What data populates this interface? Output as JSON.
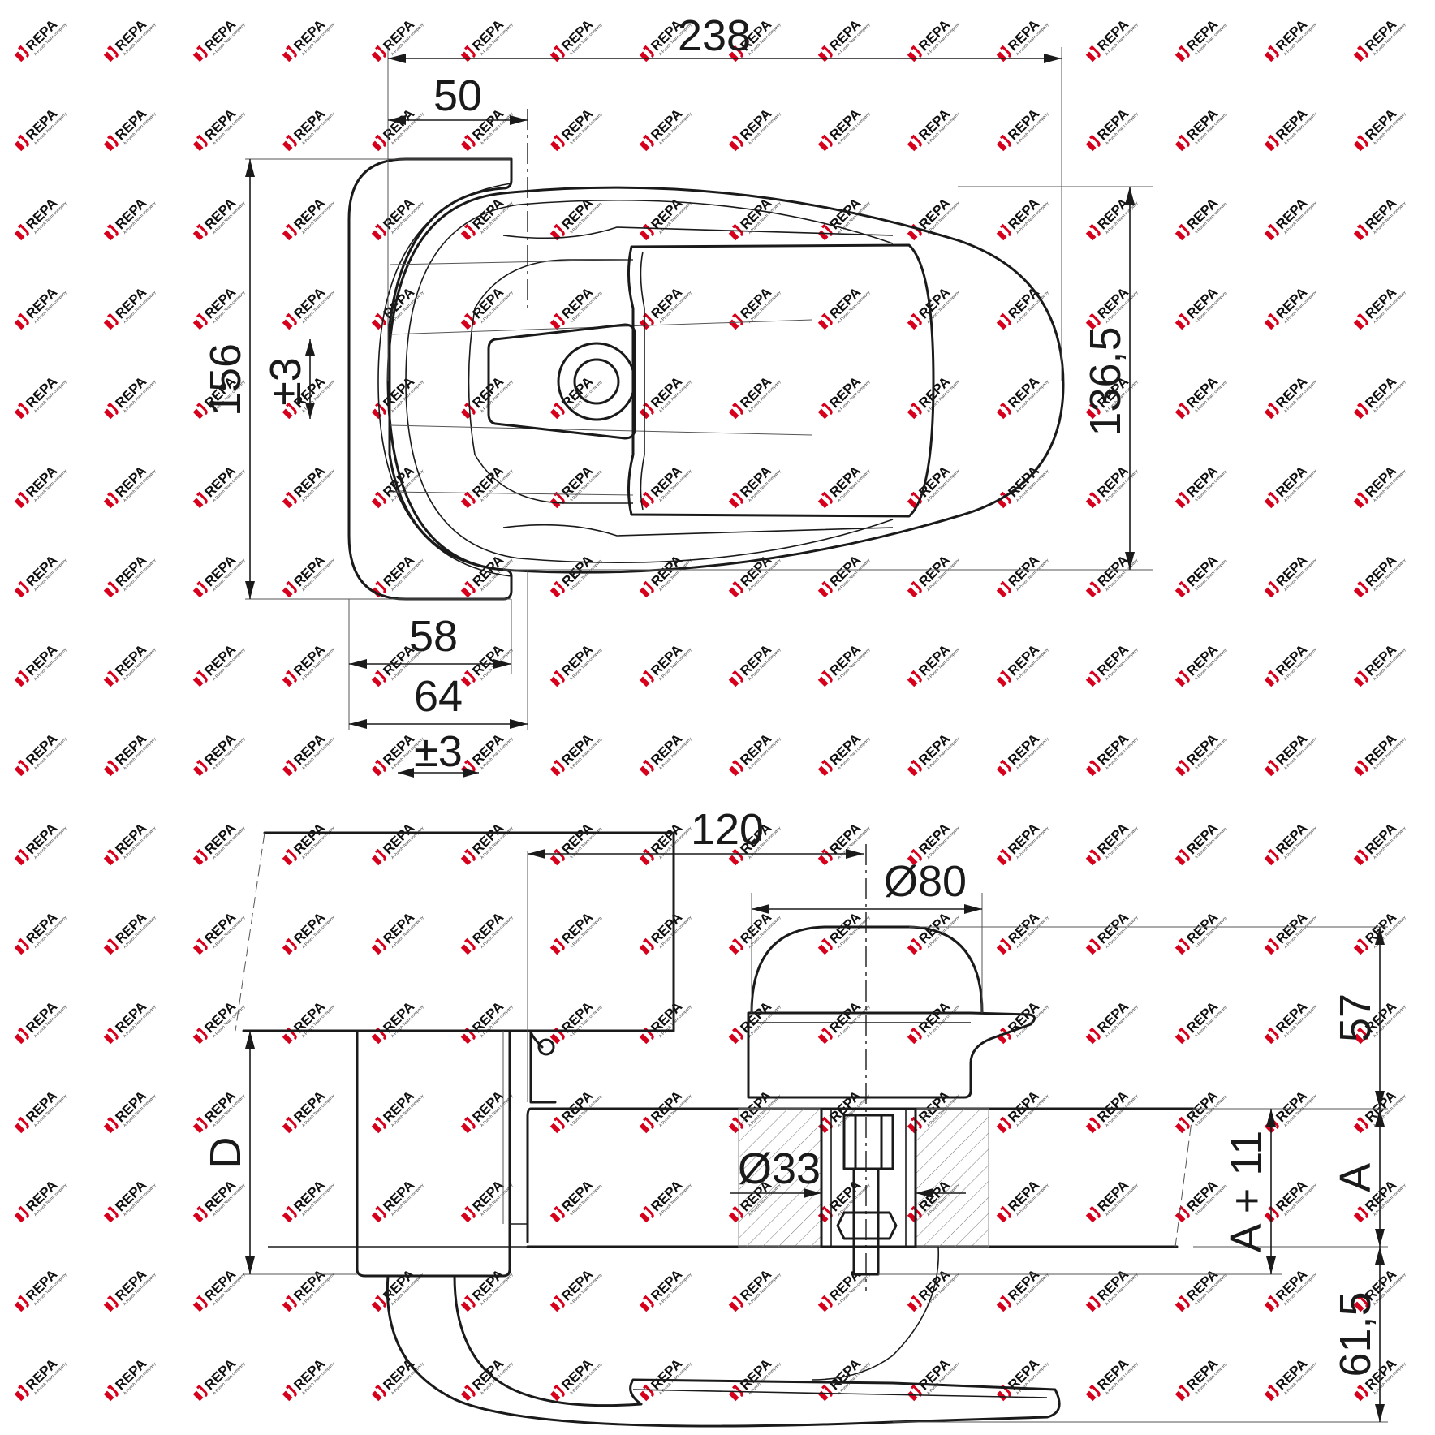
{
  "watermark": {
    "text": "REPA",
    "tagline": "A Punch Team company",
    "logo_color": "#d6001c",
    "text_color": "#111111"
  },
  "dimensions": {
    "d238": "238",
    "d50": "50",
    "d156": "156",
    "pm3_left": "±3",
    "d136_5": "136,5",
    "d58": "58",
    "d64": "64",
    "pm3_bottom": "±3",
    "d120": "120",
    "dia80": "Ø80",
    "d57": "57",
    "label_d": "D",
    "dia33": "Ø33",
    "a_plus_11": "A + 11",
    "label_a": "A",
    "d61_5": "61,5"
  }
}
